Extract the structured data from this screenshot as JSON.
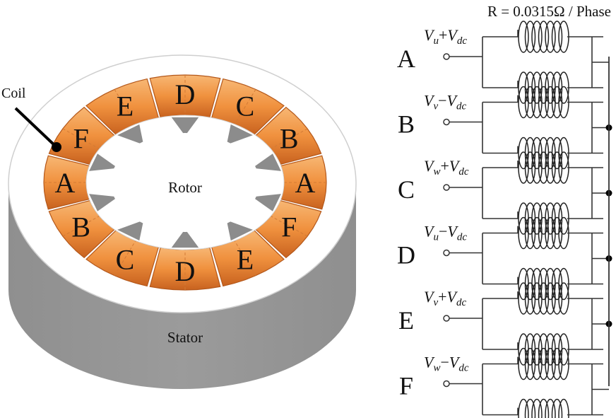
{
  "motor": {
    "coil_label": "Coil",
    "rotor_label": "Rotor",
    "stator_label": "Stator",
    "coil_letters": [
      "D",
      "C",
      "B",
      "A",
      "F",
      "E",
      "D",
      "C",
      "B",
      "A",
      "F",
      "E"
    ],
    "coil_color": "#f0913e",
    "stator_color": "#999999",
    "rotor_tooth_color": "#8c8c8c",
    "rotor_teeth_count": 10
  },
  "circuit": {
    "resistance_label": "R = 0.0315Ω / Phase",
    "phases": [
      {
        "letter": "A",
        "v": "V",
        "sub1": "u",
        "op": "+",
        "v2": "V",
        "sub2": "dc"
      },
      {
        "letter": "B",
        "v": "V",
        "sub1": "v",
        "op": "−",
        "v2": "V",
        "sub2": "dc"
      },
      {
        "letter": "C",
        "v": "V",
        "sub1": "w",
        "op": "+",
        "v2": "V",
        "sub2": "dc"
      },
      {
        "letter": "D",
        "v": "V",
        "sub1": "u",
        "op": "−",
        "v2": "V",
        "sub2": "dc"
      },
      {
        "letter": "E",
        "v": "V",
        "sub1": "v",
        "op": "+",
        "v2": "V",
        "sub2": "dc"
      },
      {
        "letter": "F",
        "v": "V",
        "sub1": "w",
        "op": "−",
        "v2": "V",
        "sub2": "dc"
      }
    ]
  }
}
